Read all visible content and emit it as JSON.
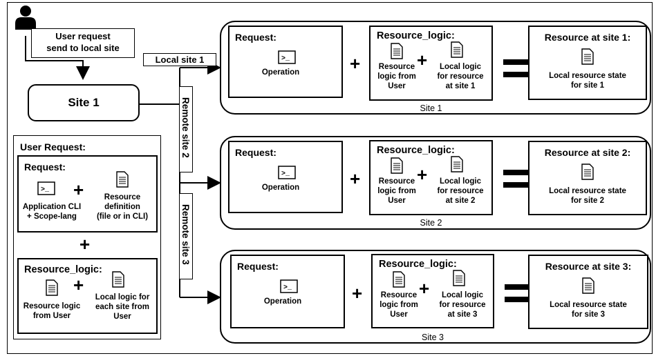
{
  "user_request_note": "User request\nsend to local site",
  "site1_node": "Site 1",
  "arrow_labels": {
    "local_site_1": "Local site 1",
    "remote_site_2": "Remote site 2",
    "remote_site_3": "Remote site 3"
  },
  "left_panel": {
    "title": "User Request:",
    "request": {
      "title": "Request:",
      "cli_label": "Application CLI\n+ Scope-lang",
      "definition_label": "Resource\ndefinition\n(file or in CLI)"
    },
    "resource_logic": {
      "title": "Resource_logic:",
      "user_logic_label": "Resource logic\nfrom User",
      "local_logic_label": "Local logic for\neach site from\nUser"
    }
  },
  "sites": [
    {
      "caption": "Site 1",
      "request_title": "Request:",
      "operation": "Operation",
      "logic_title": "Resource_logic:",
      "user_logic": "Resource\nlogic from\nUser",
      "local_logic": "Local logic\nfor resource\nat site 1",
      "resource_title": "Resource at site 1:",
      "resource_state": "Local resource state\nfor site 1"
    },
    {
      "caption": "Site 2",
      "request_title": "Request:",
      "operation": "Operation",
      "logic_title": "Resource_logic:",
      "user_logic": "Resource\nlogic from\nUser",
      "local_logic": "Local logic\nfor resource\nat site 2",
      "resource_title": "Resource at site 2:",
      "resource_state": "Local resource state\nfor site 2"
    },
    {
      "caption": "Site 3",
      "request_title": "Request:",
      "operation": "Operation",
      "logic_title": "Resource_logic:",
      "user_logic": "Resource\nlogic from\nUser",
      "local_logic": "Local logic\nfor resource\nat site 3",
      "resource_title": "Resource at site 3:",
      "resource_state": "Local resource state\nfor site 3"
    }
  ]
}
